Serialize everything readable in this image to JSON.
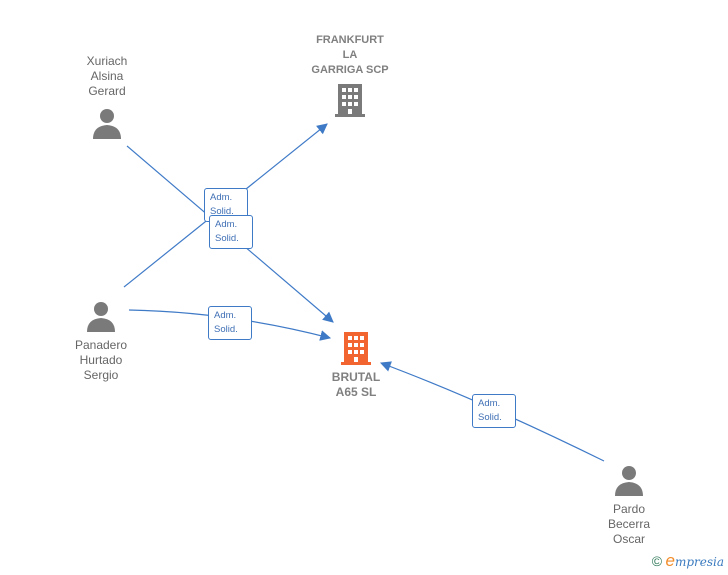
{
  "nodes": {
    "gerard": {
      "name": "Xuriach\nAlsina\nGerard",
      "icon": "person-icon"
    },
    "frankfurt": {
      "name": "FRANKFURT\nLA\nGARRIGA SCP",
      "icon": "building-icon"
    },
    "sergio": {
      "name": "Panadero\nHurtado\nSergio",
      "icon": "person-icon"
    },
    "brutal": {
      "name": "BRUTAL\nA65  SL",
      "icon": "building-icon",
      "color": "#f26531"
    },
    "oscar": {
      "name": "Pardo\nBecerra\nOscar",
      "icon": "person-icon"
    }
  },
  "edges": [
    {
      "from": "gerard",
      "to": "brutal",
      "label": [
        "Adm.",
        "Solid."
      ]
    },
    {
      "from": "sergio",
      "to": "frankfurt",
      "label": [
        "Adm.",
        "Solid."
      ]
    },
    {
      "from": "sergio",
      "to": "brutal",
      "label": [
        "Adm.",
        "Solid."
      ]
    },
    {
      "from": "oscar",
      "to": "brutal",
      "label": [
        "Adm.",
        "Solid."
      ]
    }
  ],
  "colors": {
    "edge": "#3f7ac7",
    "person": "#7a7a7a",
    "company": "#7a7a7a",
    "focus": "#f26531"
  },
  "footer": {
    "copyright": "©",
    "brand_initial": "e",
    "brand_rest": "mpresia"
  }
}
